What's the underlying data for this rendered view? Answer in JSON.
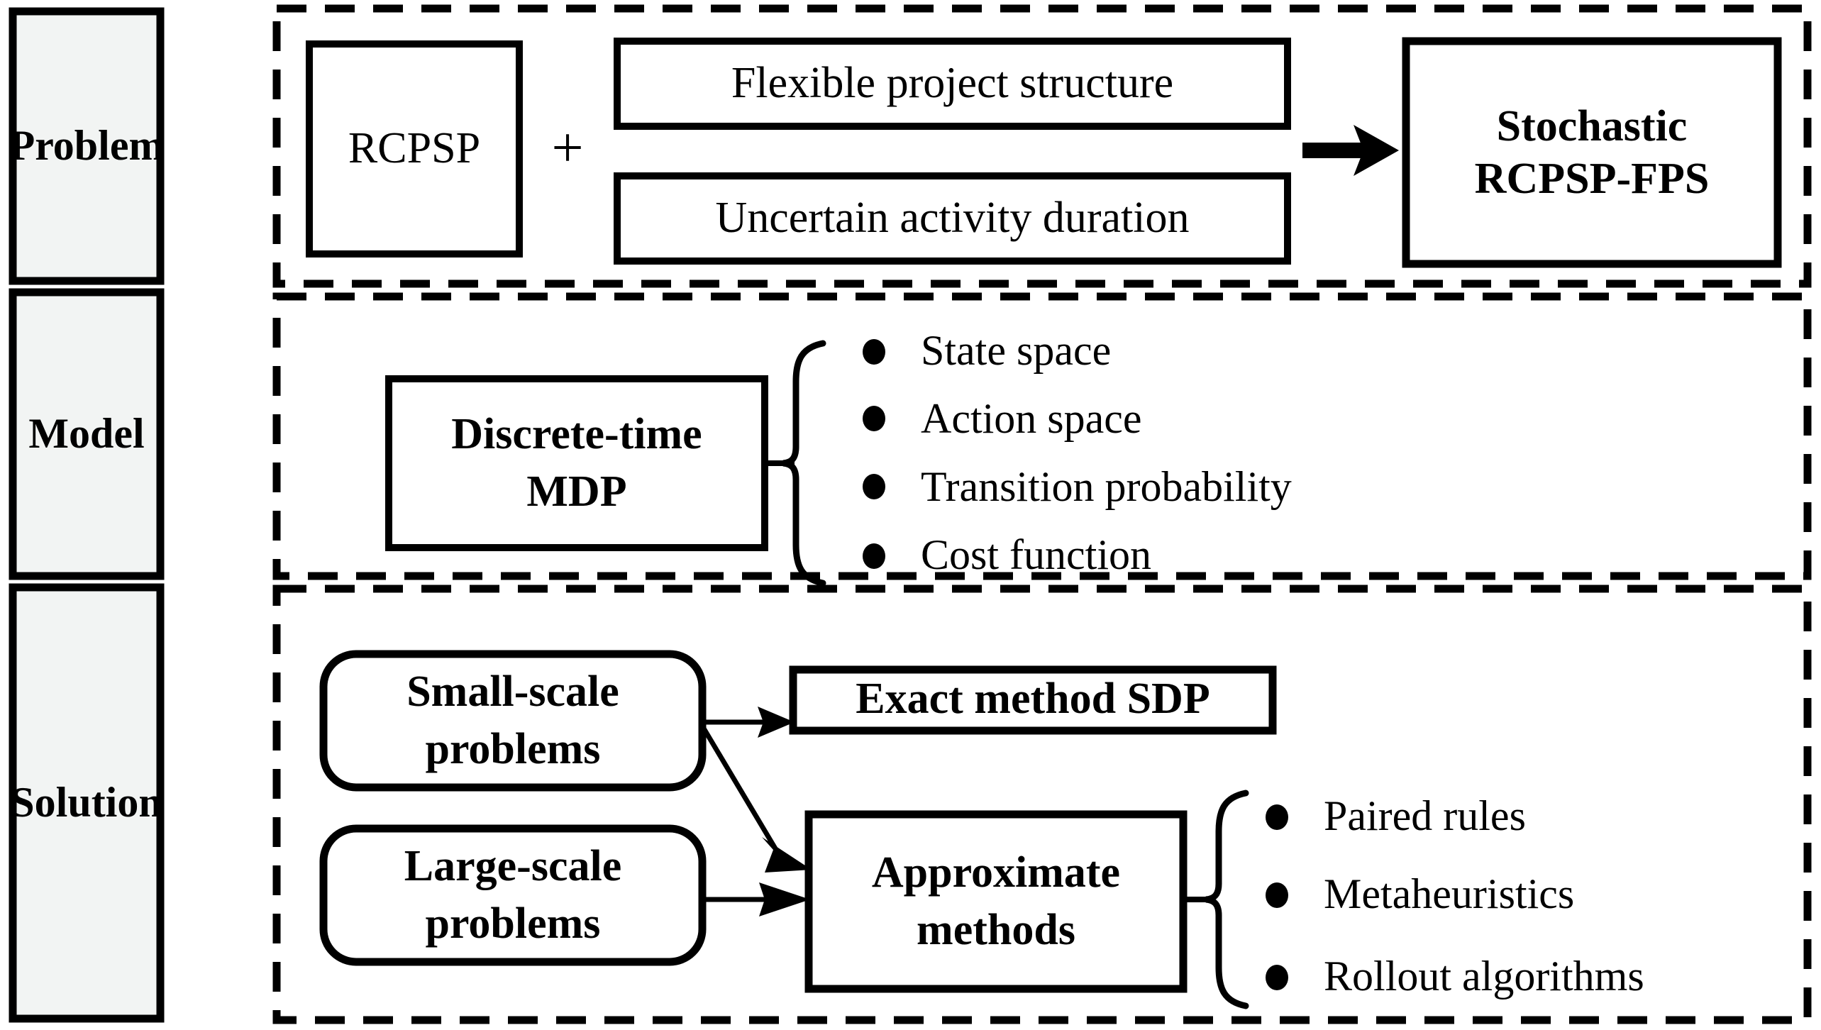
{
  "figure": {
    "type": "three-stage-framework-diagram",
    "background_color": "#ffffff",
    "line_color": "#000000",
    "stage_label_fill": "#f2f4f3"
  },
  "stages": [
    {
      "id": "problem",
      "label": "Problem"
    },
    {
      "id": "model",
      "label": "Model"
    },
    {
      "id": "solution",
      "label": "Solution"
    }
  ],
  "problem_row": {
    "base_box": "RCPSP",
    "operator": "+",
    "addends": [
      "Flexible project structure",
      "Uncertain activity duration"
    ],
    "arrow_icon": "right-arrow-icon",
    "result_box": "Stochastic\nRCPSP-FPS"
  },
  "model_row": {
    "model_box": "Discrete-time\nMDP",
    "brace_icon": "left-curly-brace-icon",
    "components": [
      "State space",
      "Action space",
      "Transition probability",
      "Cost function"
    ]
  },
  "solution_row": {
    "inputs": [
      "Small-scale\nproblems",
      "Large-scale\nproblems"
    ],
    "methods": [
      "Exact method SDP",
      "Approximate\nmethods"
    ],
    "brace_icon": "left-curly-brace-icon",
    "approximate_techniques": [
      "Paired rules",
      "Metaheuristics",
      "Rollout algorithms"
    ],
    "arrows": [
      {
        "from": "Small-scale problems",
        "to": "Exact method SDP"
      },
      {
        "from": "Small-scale problems",
        "to": "Approximate methods"
      },
      {
        "from": "Large-scale problems",
        "to": "Approximate methods"
      }
    ]
  }
}
